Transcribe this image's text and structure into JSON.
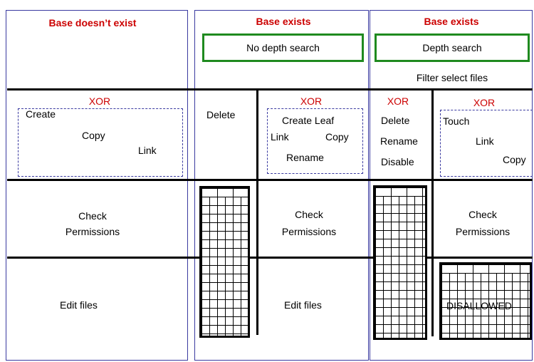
{
  "columns": {
    "col1": {
      "header": "Base doesn’t exist"
    },
    "col2": {
      "header": "Base exists",
      "box": "No depth search"
    },
    "col3": {
      "header": "Base exists",
      "box": "Depth search",
      "sub": "Filter select files"
    }
  },
  "ops": {
    "col1": {
      "xor": "XOR",
      "items": [
        "Create",
        "Copy",
        "Link"
      ]
    },
    "col2_left": {
      "label": "Delete"
    },
    "col2_right": {
      "xor": "XOR",
      "items": [
        "Create Leaf",
        "Link",
        "Copy",
        "Rename"
      ]
    },
    "col3_left": {
      "xor": "XOR",
      "items": [
        "Delete",
        "Rename",
        "Disable"
      ]
    },
    "col3_right": {
      "xor": "XOR",
      "items": [
        "Touch",
        "Link",
        "Copy"
      ]
    }
  },
  "rows": {
    "check": {
      "col1": "Check\nPermissions",
      "col2": "Check\nPermissions",
      "col3": "Check\nPermissions"
    },
    "edit": {
      "col1": "Edit files",
      "col2": "Edit files",
      "col3": "DISALLOWED"
    }
  },
  "colors": {
    "header_red": "#cc0000",
    "box_green": "#1f8a1f",
    "border_blue": "#3a3aa0",
    "line": "#000000"
  }
}
